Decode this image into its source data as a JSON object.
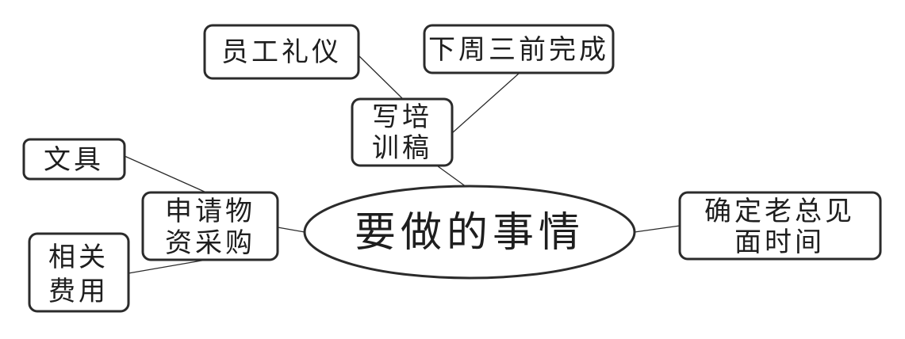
{
  "center": {
    "label": "要做的事情"
  },
  "nodes": {
    "write_training": {
      "line1": "写培",
      "line2": "训稿"
    },
    "employee_etiquette": {
      "label": "员工礼仪"
    },
    "finish_next_week": {
      "label": "下周三前完成"
    },
    "apply_supplies": {
      "line1": "申请物",
      "line2": "资采购"
    },
    "stationery": {
      "label": "文具"
    },
    "related_costs": {
      "line1": "相关",
      "line2": "费用"
    },
    "boss_meeting": {
      "line1": "确定老总见",
      "line2": "面时间"
    }
  }
}
